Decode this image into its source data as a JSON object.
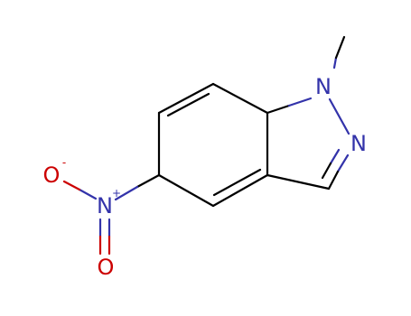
{
  "molecule": {
    "atoms": [
      {
        "id": "N1",
        "label": "N",
        "color": "#3333aa"
      },
      {
        "id": "N2",
        "label": "N",
        "color": "#3333aa"
      },
      {
        "id": "N3",
        "label": "N",
        "color": "#3333aa"
      },
      {
        "id": "N3charge",
        "label": "+",
        "color": "#3333aa"
      },
      {
        "id": "O1",
        "label": "O",
        "color": "#cc0000"
      },
      {
        "id": "O1charge",
        "label": "-",
        "color": "#cc0000"
      },
      {
        "id": "O2",
        "label": "O",
        "color": "#cc0000"
      }
    ],
    "colors": {
      "carbon_bond": "#000000",
      "nitrogen": "#3333aa",
      "oxygen": "#cc0000"
    }
  }
}
